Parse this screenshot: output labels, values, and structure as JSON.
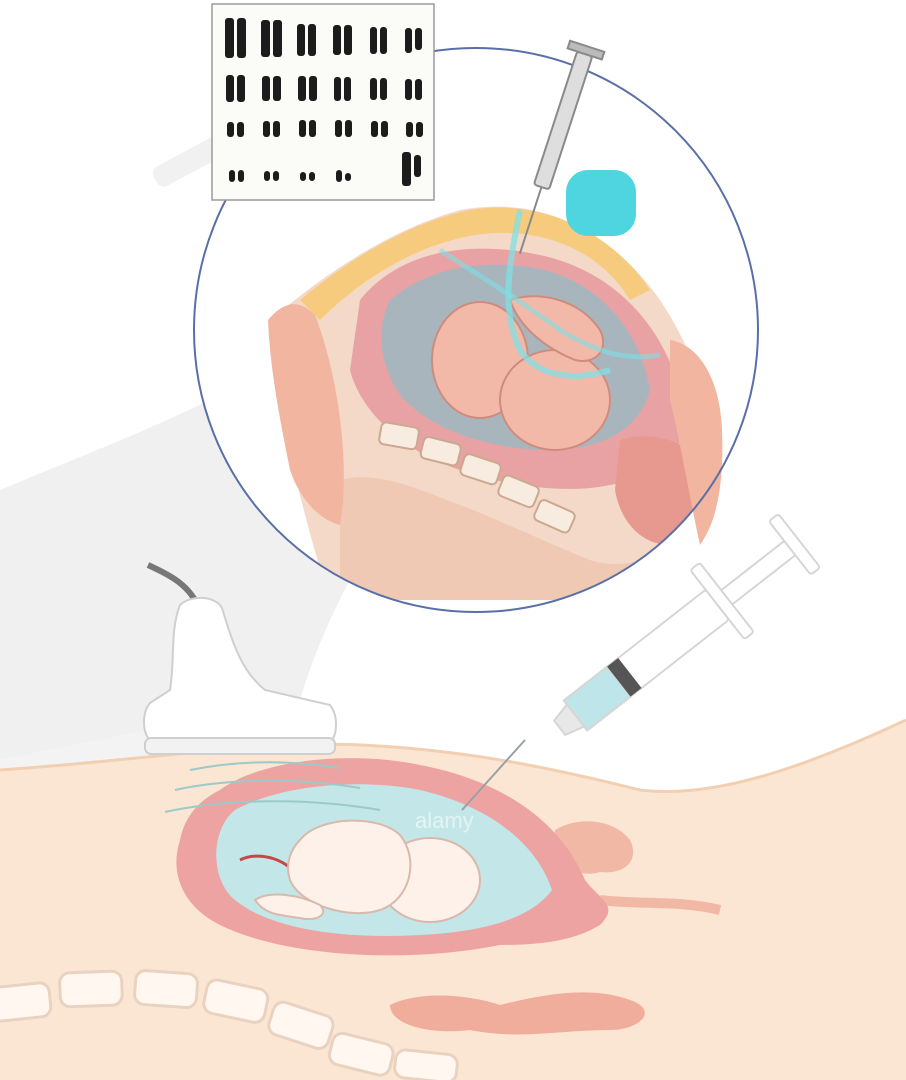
{
  "illustration": {
    "watermark": "alamy",
    "palette": {
      "skin": "#f9e1cc",
      "uterus_wall": "#e8a0a0",
      "amniotic_fluid": "#bfe3e6",
      "fetus": "#fbeee6",
      "needle_highlight": "#4fd5e0",
      "inset_border": "#5a6fa8",
      "chromosome": "#1c1c1c",
      "background_shape": "#efefef"
    },
    "elements": {
      "karyotype": "karyotype-chart",
      "inset": "magnified-cross-section",
      "probe": "ultrasound-probe",
      "syringe": "syringe",
      "abdomen": "abdomen-cross-section"
    }
  }
}
